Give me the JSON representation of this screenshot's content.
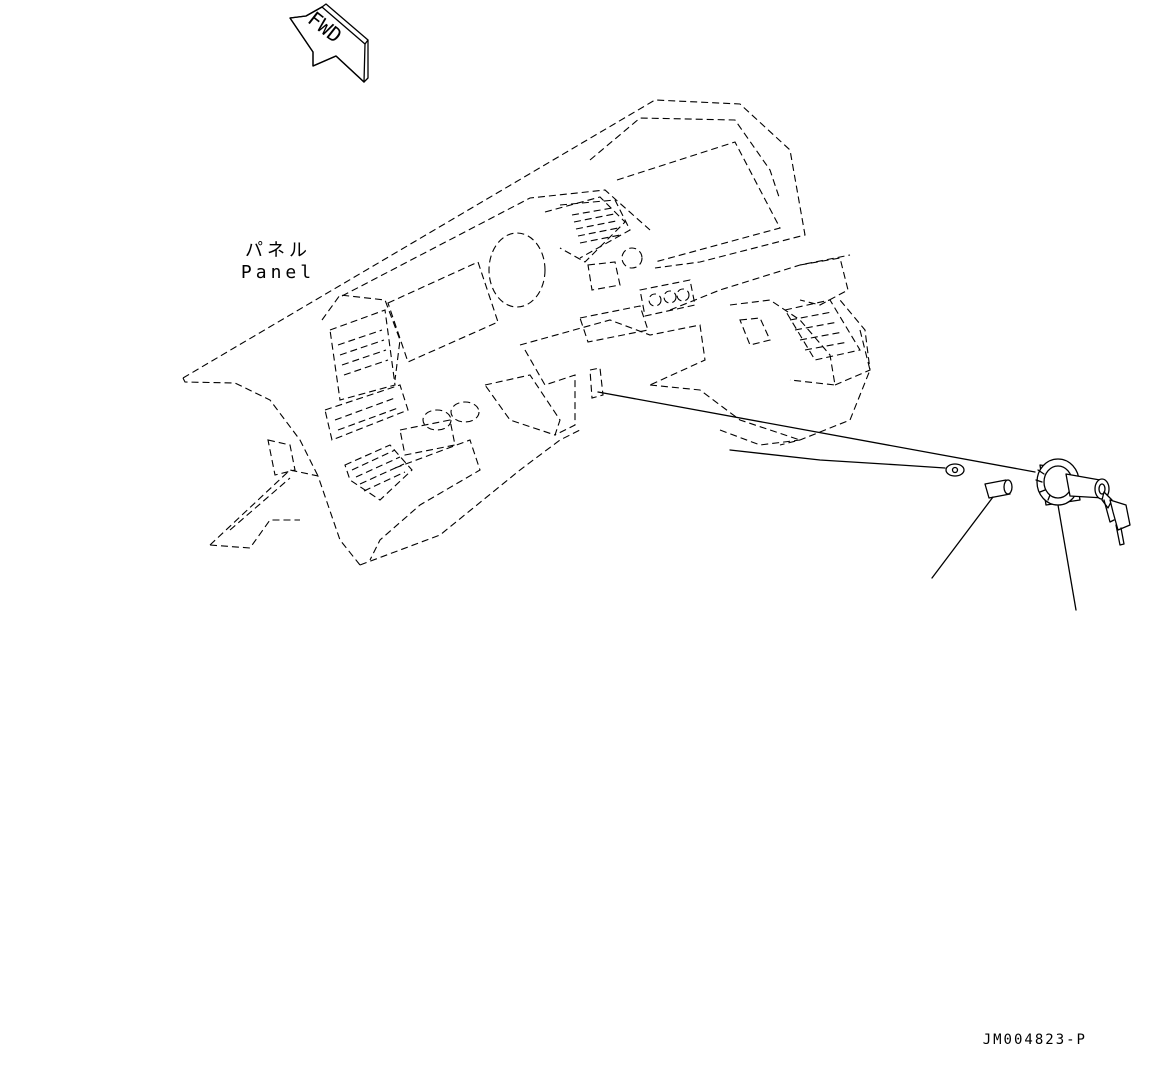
{
  "direction_arrow": {
    "label": "FWD"
  },
  "callouts": {
    "panel": {
      "label_ja": "パネル",
      "label_en": "Panel"
    }
  },
  "drawing_number": "JM004823-P",
  "icons": {
    "direction_arrow": "fwd-arrow-icon",
    "key_switch": "key-switch-icon",
    "key": "key-icon",
    "cap": "cap-icon"
  },
  "colors": {
    "line": "#000000",
    "background": "#ffffff"
  }
}
